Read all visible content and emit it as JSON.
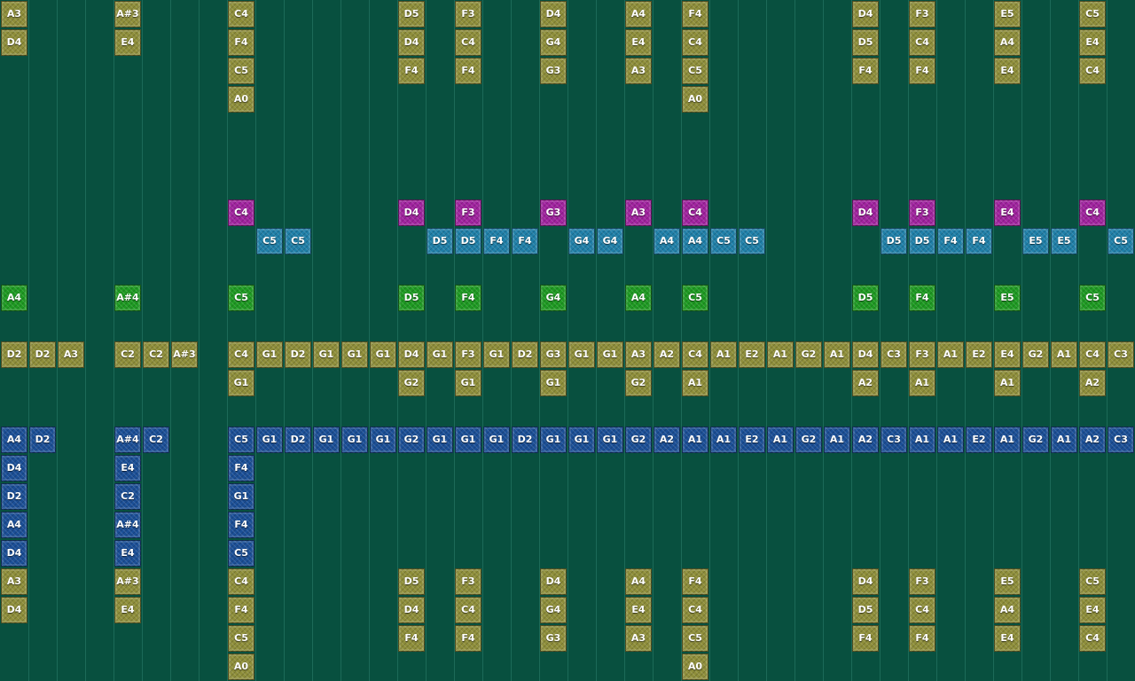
{
  "colors": {
    "background": "#08503F",
    "grid_line": "#1C6A58",
    "olive": "#8E8E3A",
    "magenta": "#A0229E",
    "teal": "#1F7FA8",
    "green": "#1E9A22",
    "navy": "#1B4F96"
  },
  "rows": [
    {
      "color": "olive",
      "cells": [
        [
          0,
          "A3"
        ],
        [
          4,
          "A#3"
        ],
        [
          8,
          "C4"
        ],
        [
          14,
          "D5"
        ],
        [
          16,
          "F3"
        ],
        [
          19,
          "D4"
        ],
        [
          22,
          "A4"
        ],
        [
          24,
          "F4"
        ],
        [
          30,
          "D4"
        ],
        [
          32,
          "F3"
        ],
        [
          35,
          "E5"
        ],
        [
          38,
          "C5"
        ]
      ]
    },
    {
      "color": "olive",
      "cells": [
        [
          0,
          "D4"
        ],
        [
          4,
          "E4"
        ],
        [
          8,
          "F4"
        ],
        [
          14,
          "D4"
        ],
        [
          16,
          "C4"
        ],
        [
          19,
          "G4"
        ],
        [
          22,
          "E4"
        ],
        [
          24,
          "C4"
        ],
        [
          30,
          "D5"
        ],
        [
          32,
          "C4"
        ],
        [
          35,
          "A4"
        ],
        [
          38,
          "E4"
        ]
      ]
    },
    {
      "color": "olive",
      "cells": [
        [
          8,
          "C5"
        ],
        [
          14,
          "F4"
        ],
        [
          16,
          "F4"
        ],
        [
          19,
          "G3"
        ],
        [
          22,
          "A3"
        ],
        [
          24,
          "C5"
        ],
        [
          30,
          "F4"
        ],
        [
          32,
          "F4"
        ],
        [
          35,
          "E4"
        ],
        [
          38,
          "C4"
        ]
      ]
    },
    {
      "color": "olive",
      "cells": [
        [
          8,
          "A0"
        ],
        [
          24,
          "A0"
        ]
      ]
    },
    {
      "color": "olive",
      "cells": []
    },
    {
      "color": "olive",
      "cells": []
    },
    {
      "color": "olive",
      "cells": []
    },
    {
      "color": "magenta",
      "cells": [
        [
          8,
          "C4"
        ],
        [
          14,
          "D4"
        ],
        [
          16,
          "F3"
        ],
        [
          19,
          "G3"
        ],
        [
          22,
          "A3"
        ],
        [
          24,
          "C4"
        ],
        [
          30,
          "D4"
        ],
        [
          32,
          "F3"
        ],
        [
          35,
          "E4"
        ],
        [
          38,
          "C4"
        ]
      ]
    },
    {
      "color": "teal",
      "cells": [
        [
          9,
          "C5"
        ],
        [
          10,
          "C5"
        ],
        [
          15,
          "D5"
        ],
        [
          16,
          "D5"
        ],
        [
          17,
          "F4"
        ],
        [
          18,
          "F4"
        ],
        [
          20,
          "G4"
        ],
        [
          21,
          "G4"
        ],
        [
          23,
          "A4"
        ],
        [
          24,
          "A4"
        ],
        [
          25,
          "C5"
        ],
        [
          26,
          "C5"
        ],
        [
          31,
          "D5"
        ],
        [
          32,
          "D5"
        ],
        [
          33,
          "F4"
        ],
        [
          34,
          "F4"
        ],
        [
          36,
          "E5"
        ],
        [
          37,
          "E5"
        ],
        [
          39,
          "C5"
        ]
      ]
    },
    {
      "color": "teal",
      "cells": []
    },
    {
      "color": "green",
      "cells": [
        [
          0,
          "A4"
        ],
        [
          4,
          "A#4"
        ],
        [
          8,
          "C5"
        ],
        [
          14,
          "D5"
        ],
        [
          16,
          "F4"
        ],
        [
          19,
          "G4"
        ],
        [
          22,
          "A4"
        ],
        [
          24,
          "C5"
        ],
        [
          30,
          "D5"
        ],
        [
          32,
          "F4"
        ],
        [
          35,
          "E5"
        ],
        [
          38,
          "C5"
        ]
      ]
    },
    {
      "color": "green",
      "cells": []
    },
    {
      "color": "olive",
      "cells": [
        [
          0,
          "D2"
        ],
        [
          1,
          "D2"
        ],
        [
          2,
          "A3"
        ],
        [
          4,
          "C2"
        ],
        [
          5,
          "C2"
        ],
        [
          6,
          "A#3"
        ],
        [
          8,
          "C4"
        ],
        [
          9,
          "G1"
        ],
        [
          10,
          "D2"
        ],
        [
          11,
          "G1"
        ],
        [
          12,
          "G1"
        ],
        [
          13,
          "G1"
        ],
        [
          14,
          "D4"
        ],
        [
          15,
          "G1"
        ],
        [
          16,
          "F3"
        ],
        [
          17,
          "G1"
        ],
        [
          18,
          "D2"
        ],
        [
          19,
          "G3"
        ],
        [
          20,
          "G1"
        ],
        [
          21,
          "G1"
        ],
        [
          22,
          "A3"
        ],
        [
          23,
          "A2"
        ],
        [
          24,
          "C4"
        ],
        [
          25,
          "A1"
        ],
        [
          26,
          "E2"
        ],
        [
          27,
          "A1"
        ],
        [
          28,
          "G2"
        ],
        [
          29,
          "A1"
        ],
        [
          30,
          "D4"
        ],
        [
          31,
          "C3"
        ],
        [
          32,
          "F3"
        ],
        [
          33,
          "A1"
        ],
        [
          34,
          "E2"
        ],
        [
          35,
          "E4"
        ],
        [
          36,
          "G2"
        ],
        [
          37,
          "A1"
        ],
        [
          38,
          "C4"
        ],
        [
          39,
          "C3"
        ]
      ]
    },
    {
      "color": "olive",
      "cells": [
        [
          8,
          "G1"
        ],
        [
          14,
          "G2"
        ],
        [
          16,
          "G1"
        ],
        [
          19,
          "G1"
        ],
        [
          22,
          "G2"
        ],
        [
          24,
          "A1"
        ],
        [
          30,
          "A2"
        ],
        [
          32,
          "A1"
        ],
        [
          35,
          "A1"
        ],
        [
          38,
          "A2"
        ]
      ]
    },
    {
      "color": "olive",
      "cells": []
    },
    {
      "color": "navy",
      "cells": [
        [
          0,
          "A4"
        ],
        [
          1,
          "D2"
        ],
        [
          4,
          "A#4"
        ],
        [
          5,
          "C2"
        ],
        [
          8,
          "C5"
        ],
        [
          9,
          "G1"
        ],
        [
          10,
          "D2"
        ],
        [
          11,
          "G1"
        ],
        [
          12,
          "G1"
        ],
        [
          13,
          "G1"
        ],
        [
          14,
          "G2"
        ],
        [
          15,
          "G1"
        ],
        [
          16,
          "G1"
        ],
        [
          17,
          "G1"
        ],
        [
          18,
          "D2"
        ],
        [
          19,
          "G1"
        ],
        [
          20,
          "G1"
        ],
        [
          21,
          "G1"
        ],
        [
          22,
          "G2"
        ],
        [
          23,
          "A2"
        ],
        [
          24,
          "A1"
        ],
        [
          25,
          "A1"
        ],
        [
          26,
          "E2"
        ],
        [
          27,
          "A1"
        ],
        [
          28,
          "G2"
        ],
        [
          29,
          "A1"
        ],
        [
          30,
          "A2"
        ],
        [
          31,
          "C3"
        ],
        [
          32,
          "A1"
        ],
        [
          33,
          "A1"
        ],
        [
          34,
          "E2"
        ],
        [
          35,
          "A1"
        ],
        [
          36,
          "G2"
        ],
        [
          37,
          "A1"
        ],
        [
          38,
          "A2"
        ],
        [
          39,
          "C3"
        ]
      ]
    },
    {
      "color": "navy",
      "cells": [
        [
          0,
          "D4"
        ],
        [
          4,
          "E4"
        ],
        [
          8,
          "F4"
        ]
      ]
    },
    {
      "color": "navy",
      "cells": [
        [
          0,
          "D2"
        ],
        [
          4,
          "C2"
        ],
        [
          8,
          "G1"
        ]
      ]
    },
    {
      "color": "navy",
      "cells": [
        [
          0,
          "A4"
        ],
        [
          4,
          "A#4"
        ],
        [
          8,
          "F4"
        ]
      ]
    },
    {
      "color": "navy",
      "cells": [
        [
          0,
          "D4"
        ],
        [
          4,
          "E4"
        ],
        [
          8,
          "C5"
        ]
      ]
    },
    {
      "color": "olive",
      "cells": [
        [
          0,
          "A3"
        ],
        [
          4,
          "A#3"
        ],
        [
          8,
          "C4"
        ],
        [
          14,
          "D5"
        ],
        [
          16,
          "F3"
        ],
        [
          19,
          "D4"
        ],
        [
          22,
          "A4"
        ],
        [
          24,
          "F4"
        ],
        [
          30,
          "D4"
        ],
        [
          32,
          "F3"
        ],
        [
          35,
          "E5"
        ],
        [
          38,
          "C5"
        ]
      ]
    },
    {
      "color": "olive",
      "cells": [
        [
          0,
          "D4"
        ],
        [
          4,
          "E4"
        ],
        [
          8,
          "F4"
        ],
        [
          14,
          "D4"
        ],
        [
          16,
          "C4"
        ],
        [
          19,
          "G4"
        ],
        [
          22,
          "E4"
        ],
        [
          24,
          "C4"
        ],
        [
          30,
          "D5"
        ],
        [
          32,
          "C4"
        ],
        [
          35,
          "A4"
        ],
        [
          38,
          "E4"
        ]
      ]
    },
    {
      "color": "olive",
      "cells": [
        [
          8,
          "C5"
        ],
        [
          14,
          "F4"
        ],
        [
          16,
          "F4"
        ],
        [
          19,
          "G3"
        ],
        [
          22,
          "A3"
        ],
        [
          24,
          "C5"
        ],
        [
          30,
          "F4"
        ],
        [
          32,
          "F4"
        ],
        [
          35,
          "E4"
        ],
        [
          38,
          "C4"
        ]
      ]
    },
    {
      "color": "olive",
      "cells": [
        [
          8,
          "A0"
        ],
        [
          24,
          "A0"
        ]
      ]
    }
  ]
}
